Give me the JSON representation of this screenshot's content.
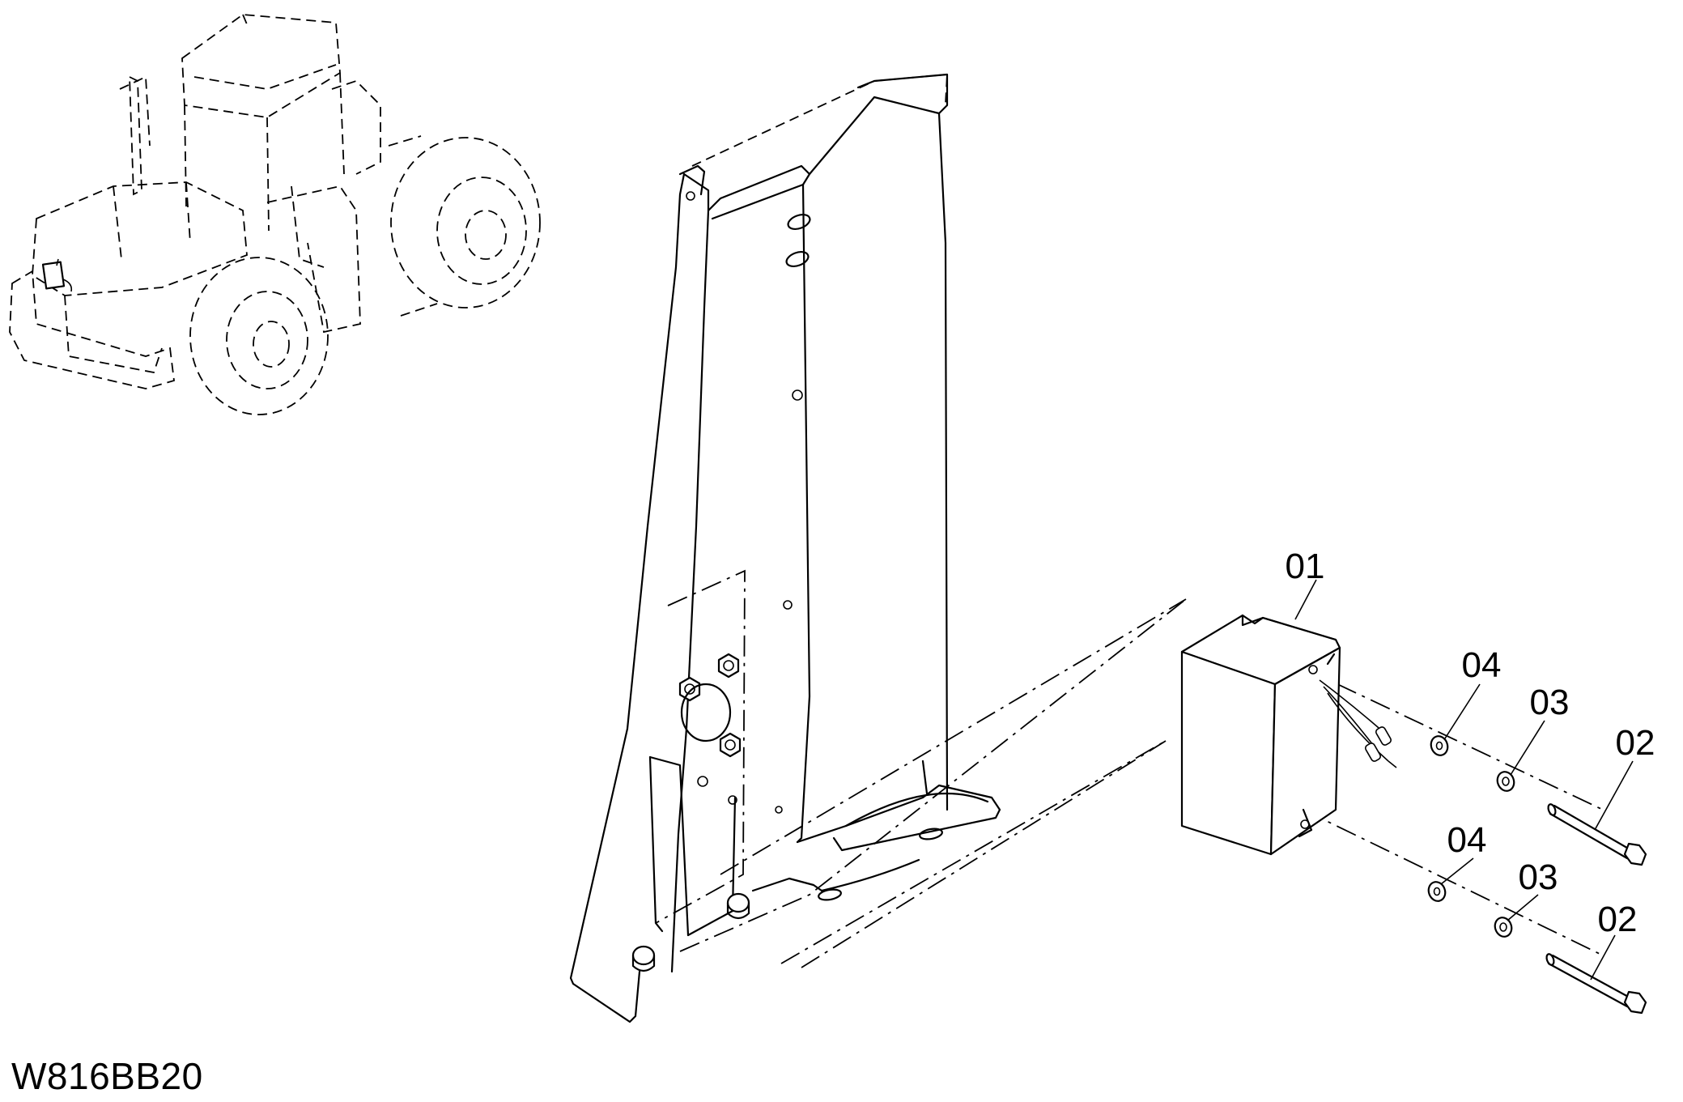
{
  "drawing_code": "W816BB20",
  "callouts": {
    "part_01": "01",
    "part_02_upper": "02",
    "part_03_upper": "03",
    "part_04_upper": "04",
    "part_02_lower": "02",
    "part_03_lower": "03",
    "part_04_lower": "04"
  }
}
